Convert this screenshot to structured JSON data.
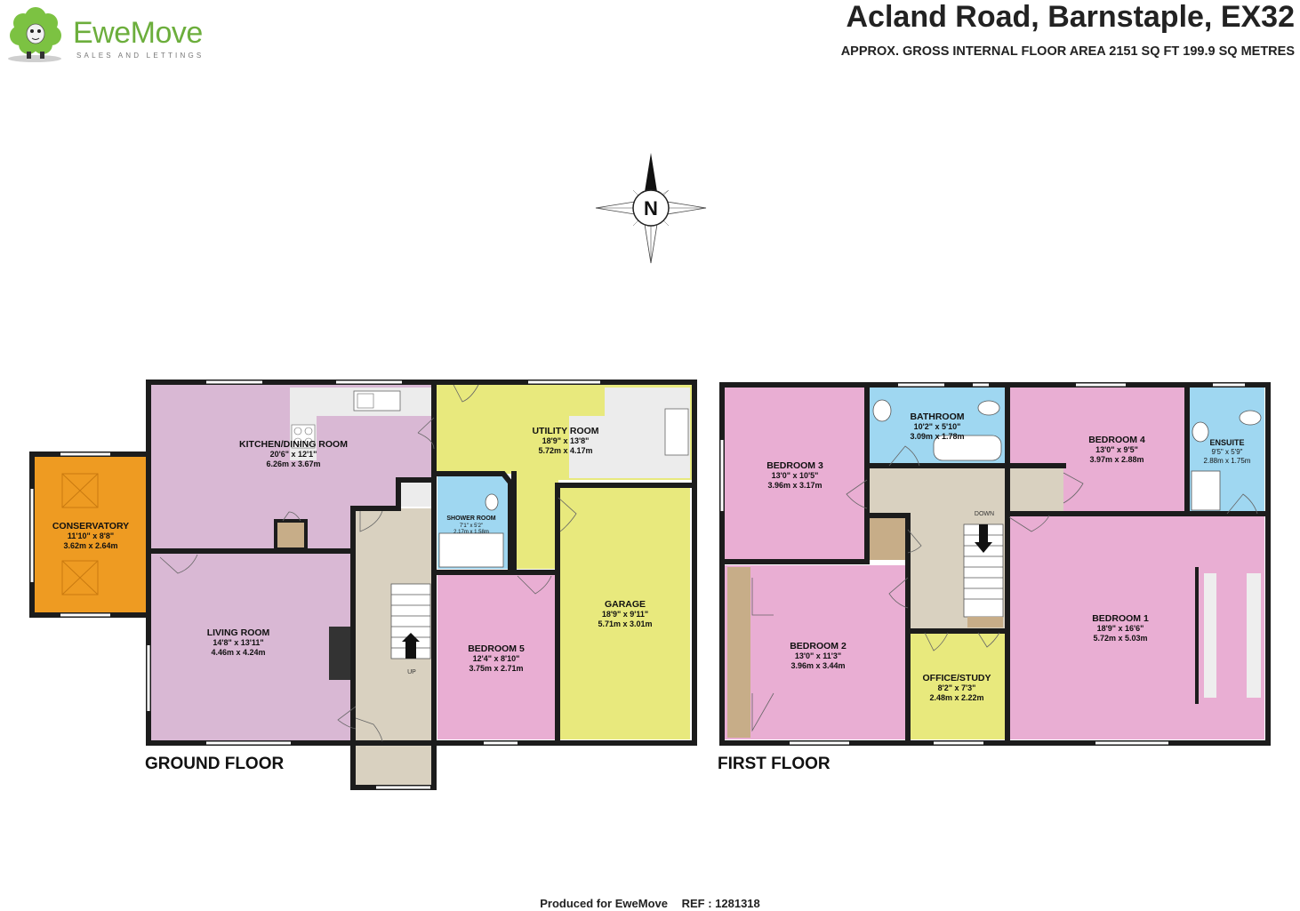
{
  "brand": {
    "name": "EweMove",
    "tagline": "SALES AND LETTINGS",
    "green": "#6cae3c"
  },
  "header": {
    "title": "Acland Road, Barnstaple, EX32",
    "subtitle": "APPROX. GROSS INTERNAL FLOOR AREA 2151 SQ FT 199.9 SQ METRES"
  },
  "compass": {
    "label": "N"
  },
  "ground_floor": {
    "label": "GROUND FLOOR",
    "stair_label": "UP",
    "rooms": {
      "conservatory": {
        "name": "CONSERVATORY",
        "imperial": "11'10\"  x 8'8\"",
        "metric": "3.62m  x 2.64m"
      },
      "kitchen": {
        "name": "KITCHEN/DINING ROOM",
        "imperial": "20'6\"  x 12'1\"",
        "metric": "6.26m  x 3.67m"
      },
      "utility": {
        "name": "UTILITY ROOM",
        "imperial": "18'9\"  x 13'8\"",
        "metric": "5.72m  x 4.17m"
      },
      "shower": {
        "name": "SHOWER ROOM",
        "imperial": "7'1\"  x 5'2\"",
        "metric": "2.17m  x 1.58m"
      },
      "living": {
        "name": "LIVING ROOM",
        "imperial": "14'8\"  x 13'11\"",
        "metric": "4.46m  x 4.24m"
      },
      "bedroom5": {
        "name": "BEDROOM 5",
        "imperial": "12'4\"  x 8'10\"",
        "metric": "3.75m  x 2.71m"
      },
      "garage": {
        "name": "GARAGE",
        "imperial": "18'9\"  x 9'11\"",
        "metric": "5.71m  x 3.01m"
      }
    }
  },
  "first_floor": {
    "label": "FIRST FLOOR",
    "stair_label": "DOWN",
    "rooms": {
      "bedroom3": {
        "name": "BEDROOM 3",
        "imperial": "13'0\"  x 10'5\"",
        "metric": "3.96m  x 3.17m"
      },
      "bathroom": {
        "name": "BATHROOM",
        "imperial": "10'2\"  x 5'10\"",
        "metric": "3.09m  x 1.78m"
      },
      "bedroom4": {
        "name": "BEDROOM 4",
        "imperial": "13'0\"  x 9'5\"",
        "metric": "3.97m  x 2.88m"
      },
      "ensuite": {
        "name": "ENSUITE",
        "imperial": "9'5\"  x 5'9\"",
        "metric": "2.88m  x 1.75m"
      },
      "bedroom2": {
        "name": "BEDROOM 2",
        "imperial": "13'0\"  x 11'3\"",
        "metric": "3.96m  x 3.44m"
      },
      "office": {
        "name": "OFFICE/STUDY",
        "imperial": "8'2\"  x 7'3\"",
        "metric": "2.48m  x 2.22m"
      },
      "bedroom1": {
        "name": "BEDROOM 1",
        "imperial": "18'9\"  x 16'6\"",
        "metric": "5.72m  x 5.03m"
      }
    }
  },
  "footer": {
    "produced": "Produced for EweMove",
    "ref": "REF : 1281318"
  },
  "colors": {
    "wall": "#1c1c1c",
    "lilac": "#d9b8d4",
    "pink": "#e9aed3",
    "yellow": "#e8e97d",
    "orange": "#ee9b22",
    "blue": "#9fd7f1",
    "hall": "#d9d1c0",
    "brown": "#c7ad88"
  }
}
